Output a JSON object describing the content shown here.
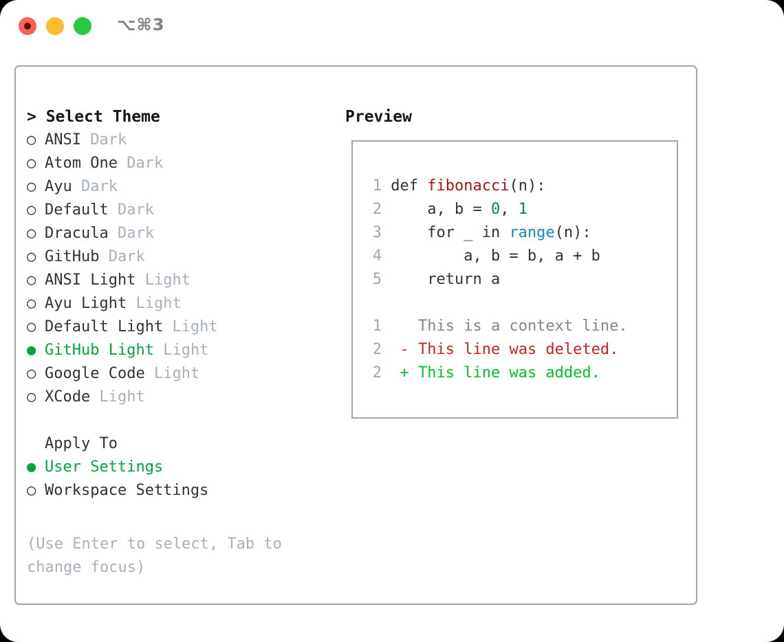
{
  "titlebar": {
    "shortcut": "⌥⌘3",
    "buttons": {
      "close": "close-button",
      "minimize": "minimize-button",
      "maximize": "maximize-button"
    }
  },
  "theme_list": {
    "heading_prefix": "> ",
    "heading": "Select Theme",
    "bullet_unselected": "○",
    "bullet_selected": "●",
    "items": [
      {
        "name": "ANSI",
        "tag": "Dark",
        "selected": false
      },
      {
        "name": "Atom One",
        "tag": "Dark",
        "selected": false
      },
      {
        "name": "Ayu",
        "tag": "Dark",
        "selected": false
      },
      {
        "name": "Default",
        "tag": "Dark",
        "selected": false
      },
      {
        "name": "Dracula",
        "tag": "Dark",
        "selected": false
      },
      {
        "name": "GitHub",
        "tag": "Dark",
        "selected": false
      },
      {
        "name": "ANSI Light",
        "tag": "Light",
        "selected": false
      },
      {
        "name": "Ayu Light",
        "tag": "Light",
        "selected": false
      },
      {
        "name": "Default Light",
        "tag": "Light",
        "selected": false
      },
      {
        "name": "GitHub Light",
        "tag": "Light",
        "selected": true
      },
      {
        "name": "Google Code",
        "tag": "Light",
        "selected": false
      },
      {
        "name": "XCode",
        "tag": "Light",
        "selected": false
      }
    ]
  },
  "apply_to": {
    "heading": "Apply To",
    "items": [
      {
        "name": "User Settings",
        "selected": true
      },
      {
        "name": "Workspace Settings",
        "selected": false
      }
    ]
  },
  "hint": {
    "line1": "(Use Enter to select, Tab to",
    "line2": "change focus)"
  },
  "preview": {
    "title": "Preview",
    "code_lines": [
      {
        "number": "1",
        "tokens": [
          {
            "t": "def ",
            "c": "plain"
          },
          {
            "t": "fibonacci",
            "c": "fn"
          },
          {
            "t": "(n):",
            "c": "plain"
          }
        ]
      },
      {
        "number": "2",
        "tokens": [
          {
            "t": "    a, b = ",
            "c": "plain"
          },
          {
            "t": "0",
            "c": "num"
          },
          {
            "t": ", ",
            "c": "plain"
          },
          {
            "t": "1",
            "c": "num"
          }
        ]
      },
      {
        "number": "3",
        "tokens": [
          {
            "t": "    for _ in ",
            "c": "plain"
          },
          {
            "t": "range",
            "c": "call"
          },
          {
            "t": "(n):",
            "c": "plain"
          }
        ]
      },
      {
        "number": "4",
        "tokens": [
          {
            "t": "        a, b = b, a + b",
            "c": "plain"
          }
        ]
      },
      {
        "number": "5",
        "tokens": [
          {
            "t": "    return a",
            "c": "plain"
          }
        ]
      }
    ],
    "diff_lines": [
      {
        "number": "1",
        "marker": "  ",
        "text": "This is a context line.",
        "kind": "ctx"
      },
      {
        "number": "2",
        "marker": "- ",
        "text": "This line was deleted.",
        "kind": "del"
      },
      {
        "number": "2",
        "marker": "+ ",
        "text": "This line was added.",
        "kind": "add"
      }
    ]
  },
  "colors": {
    "accent_green": "#00a63c",
    "diff_add": "#00c421",
    "diff_del": "#cc1f1f",
    "diff_ctx": "#7b8894",
    "border": "#9ba7b6",
    "muted": "#a7b1be",
    "syntax_function": "#a31515",
    "syntax_number": "#018080",
    "syntax_call": "#1487bd",
    "traffic_red": "#ff5f57",
    "traffic_yellow": "#febc2e",
    "traffic_green": "#28c840"
  }
}
